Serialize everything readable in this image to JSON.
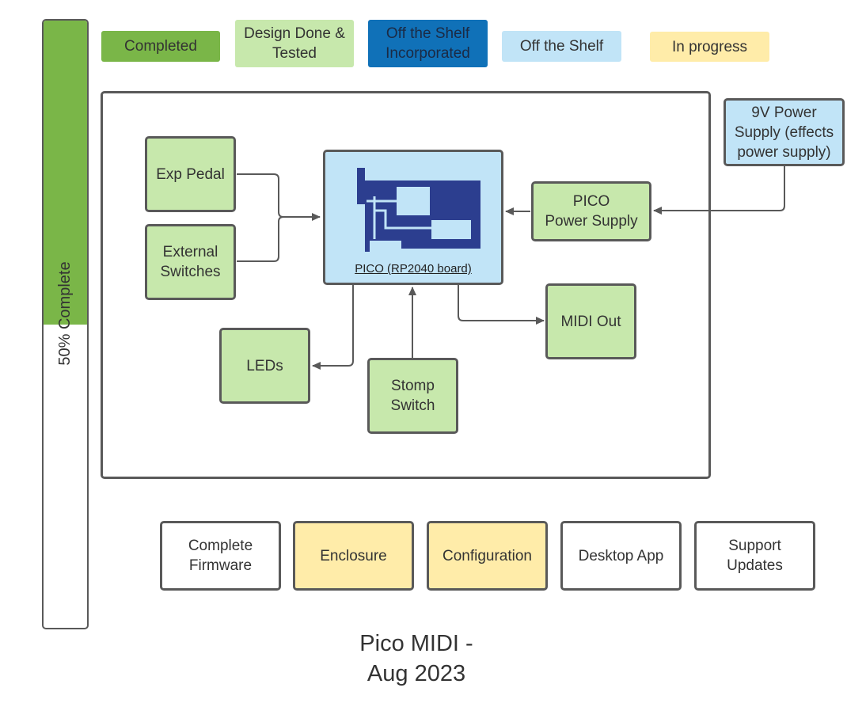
{
  "colors": {
    "completed": "#7ab648",
    "design_done": "#c7e8ac",
    "off_shelf_incorporated": "#1071b8",
    "off_shelf": "#c1e4f7",
    "in_progress": "#ffeca9",
    "not_started": "#ffffff",
    "border": "#595959",
    "chip": "#2c3e8f"
  },
  "legend": [
    {
      "label": "Completed",
      "status": "completed"
    },
    {
      "label": "Design Done &\nTested",
      "status": "design_done"
    },
    {
      "label": "Off the Shelf\nIncorporated",
      "status": "off_shelf_incorporated"
    },
    {
      "label": "Off the Shelf",
      "status": "off_shelf"
    },
    {
      "label": "In progress",
      "status": "in_progress"
    }
  ],
  "progress": {
    "label": "50% Complete",
    "fraction": 0.5
  },
  "components": {
    "exp_pedal": {
      "label": "Exp Pedal",
      "status": "design_done"
    },
    "external_switches": {
      "label": "External\nSwitches",
      "status": "design_done"
    },
    "pico": {
      "label": "PICO (RP2040 board)",
      "status": "off_shelf",
      "icon": "circuit-board-icon"
    },
    "pico_power_supply": {
      "label": "PICO\nPower Supply",
      "status": "design_done"
    },
    "power_9v": {
      "label": "9V Power\nSupply (effects\npower supply)",
      "status": "off_shelf"
    },
    "midi_out": {
      "label": "MIDI Out",
      "status": "design_done"
    },
    "leds": {
      "label": "LEDs",
      "status": "design_done"
    },
    "stomp_switch": {
      "label": "Stomp\nSwitch",
      "status": "design_done"
    }
  },
  "milestones": [
    {
      "label": "Complete\nFirmware",
      "status": "not_started"
    },
    {
      "label": "Enclosure",
      "status": "in_progress"
    },
    {
      "label": "Configuration",
      "status": "in_progress"
    },
    {
      "label": "Desktop App",
      "status": "not_started"
    },
    {
      "label": "Support\nUpdates",
      "status": "not_started"
    }
  ],
  "title": "Pico MIDI -\nAug 2023"
}
